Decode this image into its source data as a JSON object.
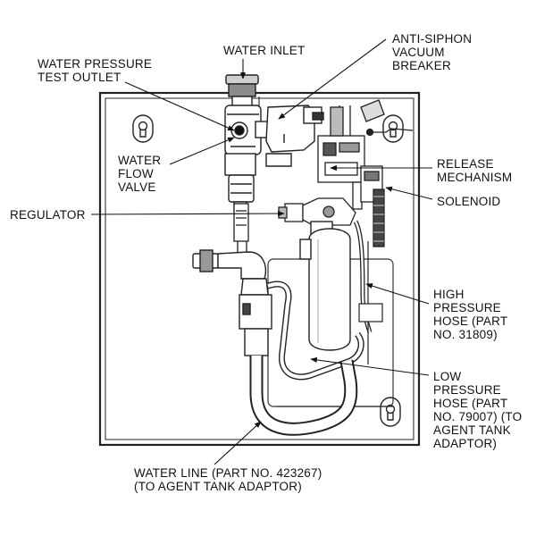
{
  "labels": {
    "water_inlet": "WATER INLET",
    "anti_siphon": "ANTI-SIPHON\nVACUUM\nBREAKER",
    "water_pressure_test_outlet": "WATER PRESSURE\nTEST OUTLET",
    "water_flow_valve": "WATER\nFLOW\nVALVE",
    "release_mechanism": "RELEASE\nMECHANISM",
    "solenoid": "SOLENOID",
    "regulator": "REGULATOR",
    "high_pressure_hose": "HIGH\nPRESSURE\nHOSE (PART\nNO. 31809)",
    "low_pressure_hose": "LOW\nPRESSURE\nHOSE (PART\nNO. 79007) (TO\nAGENT TANK\nADAPTOR)",
    "water_line": "WATER LINE (PART NO. 423267)\n(TO AGENT TANK ADAPTOR)"
  }
}
